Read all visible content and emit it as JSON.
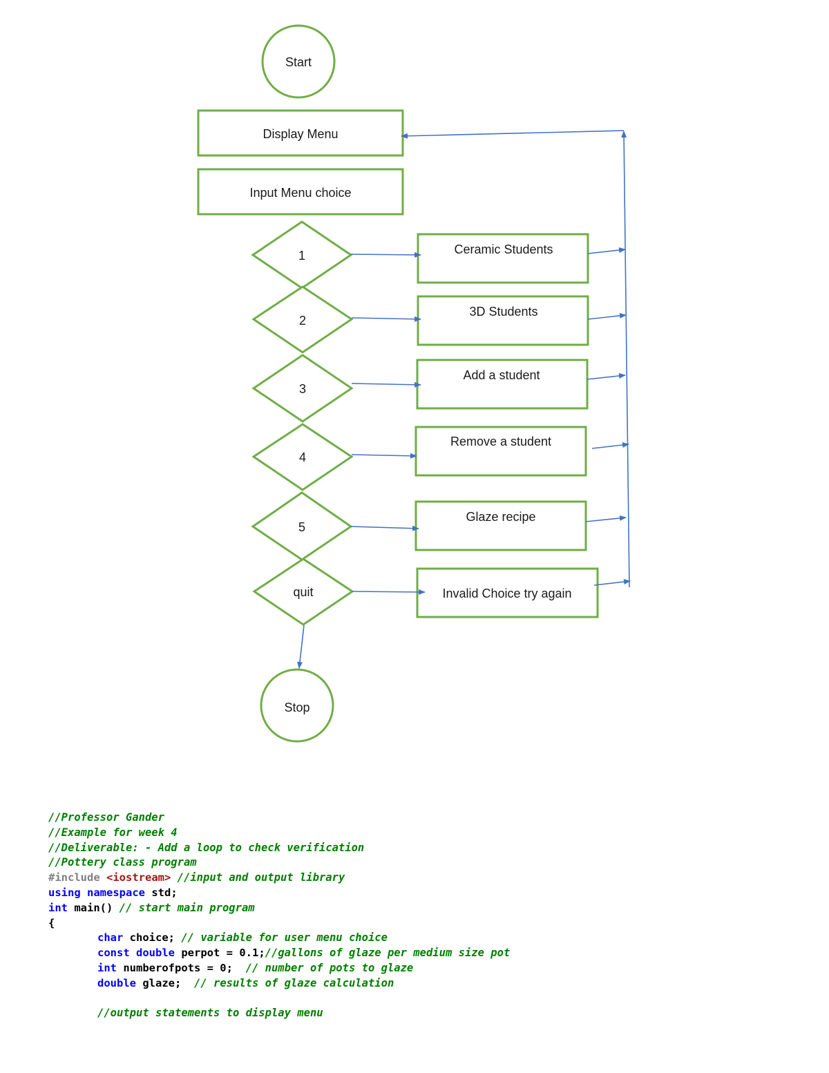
{
  "flowchart": {
    "start": "Start",
    "display_menu": "Display Menu",
    "input_choice": "Input Menu choice",
    "decisions": [
      "1",
      "2",
      "3",
      "4",
      "5",
      "quit"
    ],
    "actions": [
      "Ceramic Students",
      "3D Students",
      "Add a student",
      "Remove a student",
      "Glaze recipe",
      "Invalid Choice try again"
    ],
    "stop": "Stop"
  },
  "colors": {
    "shape_stroke": "#70ad47",
    "connector": "#4472c4"
  },
  "code": {
    "lines": [
      {
        "indent": false,
        "parts": [
          {
            "t": "//Professor Gander",
            "c": "comment"
          }
        ]
      },
      {
        "indent": false,
        "parts": [
          {
            "t": "//Example for week 4",
            "c": "comment"
          }
        ]
      },
      {
        "indent": false,
        "parts": [
          {
            "t": "//Deliverable: - Add a loop to check verification",
            "c": "comment"
          }
        ]
      },
      {
        "indent": false,
        "parts": [
          {
            "t": "//Pottery class program",
            "c": "comment"
          }
        ]
      },
      {
        "indent": false,
        "parts": [
          {
            "t": "#include ",
            "c": "pre"
          },
          {
            "t": "<iostream>",
            "c": "str"
          },
          {
            "t": " //input and output library",
            "c": "comment"
          }
        ]
      },
      {
        "indent": false,
        "parts": [
          {
            "t": "using",
            "c": "kw"
          },
          {
            "t": " ",
            "c": "text"
          },
          {
            "t": "namespace",
            "c": "kw"
          },
          {
            "t": " std;",
            "c": "text"
          }
        ]
      },
      {
        "indent": false,
        "parts": [
          {
            "t": "int",
            "c": "kw"
          },
          {
            "t": " main() ",
            "c": "text"
          },
          {
            "t": "// start main program",
            "c": "comment"
          }
        ]
      },
      {
        "indent": false,
        "parts": [
          {
            "t": "{",
            "c": "text"
          }
        ]
      },
      {
        "indent": true,
        "parts": [
          {
            "t": "char",
            "c": "kw"
          },
          {
            "t": " choice; ",
            "c": "text"
          },
          {
            "t": "// variable for user menu choice",
            "c": "comment"
          }
        ]
      },
      {
        "indent": true,
        "parts": [
          {
            "t": "const",
            "c": "kw"
          },
          {
            "t": " ",
            "c": "text"
          },
          {
            "t": "double",
            "c": "kw"
          },
          {
            "t": " perpot = 0.1;",
            "c": "text"
          },
          {
            "t": "//gallons of glaze per medium size pot",
            "c": "comment"
          }
        ]
      },
      {
        "indent": true,
        "parts": [
          {
            "t": "int",
            "c": "kw"
          },
          {
            "t": " numberofpots = 0;  ",
            "c": "text"
          },
          {
            "t": "// number of pots to glaze",
            "c": "comment"
          }
        ]
      },
      {
        "indent": true,
        "parts": [
          {
            "t": "double",
            "c": "kw"
          },
          {
            "t": " glaze;  ",
            "c": "text"
          },
          {
            "t": "// results of glaze calculation",
            "c": "comment"
          }
        ]
      },
      {
        "indent": false,
        "parts": [
          {
            "t": "",
            "c": "text"
          }
        ]
      },
      {
        "indent": true,
        "parts": [
          {
            "t": "//output statements to display menu",
            "c": "comment"
          }
        ]
      }
    ]
  }
}
